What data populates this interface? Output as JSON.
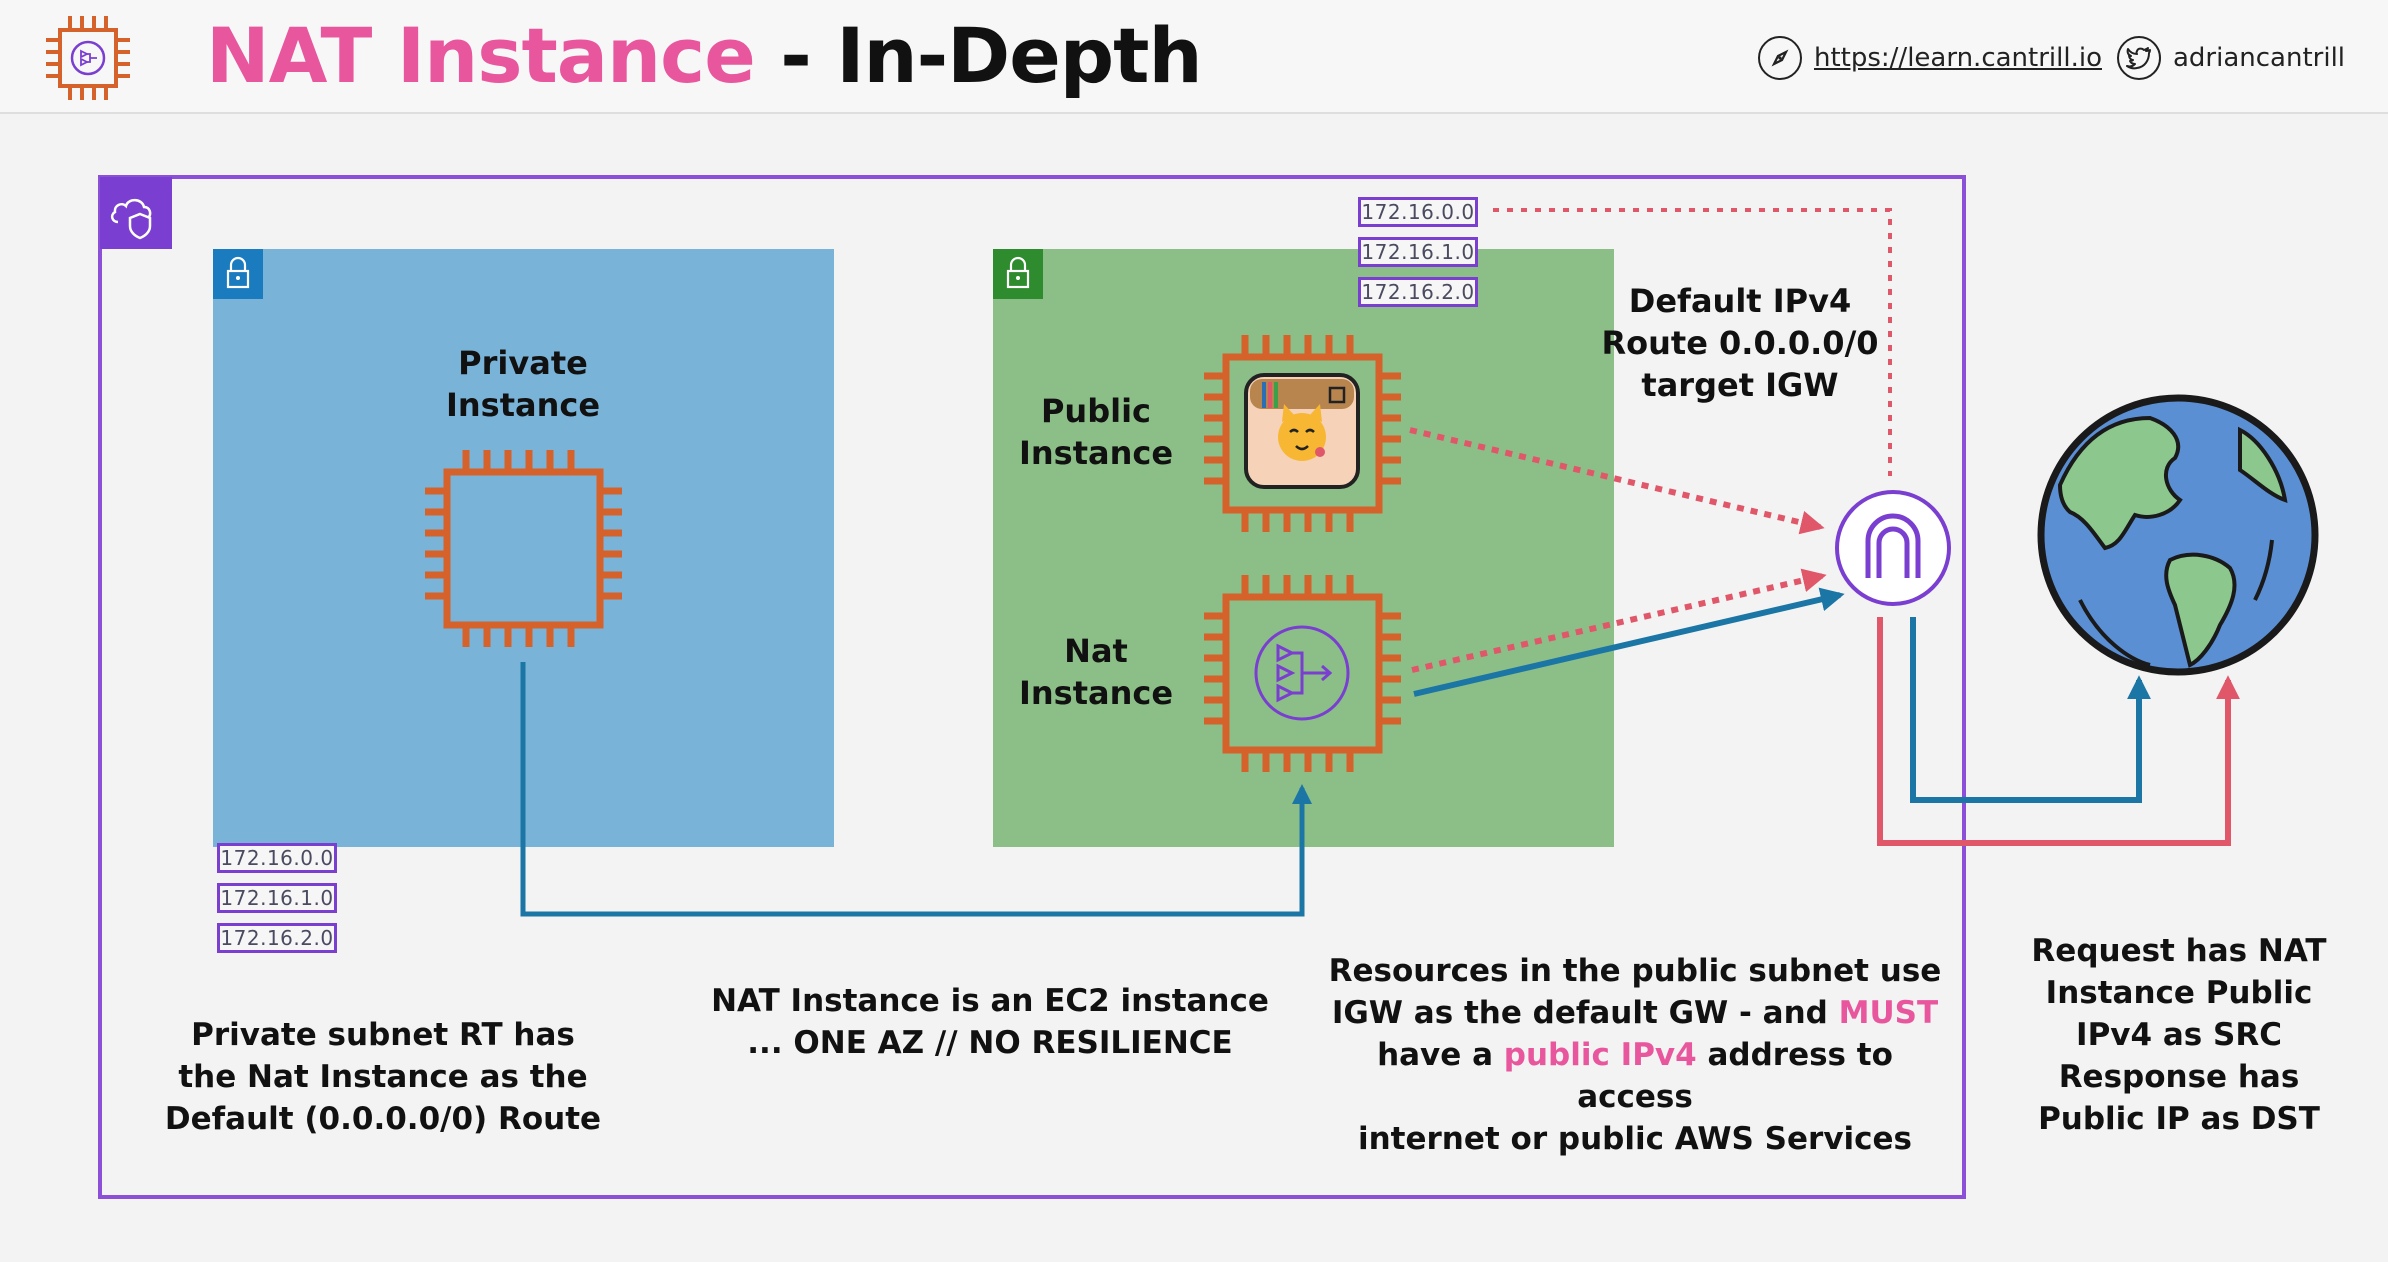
{
  "header": {
    "title_part1": "NAT Instance",
    "title_part2": " - In-Depth",
    "url": "https://learn.cantrill.io",
    "twitter": "adriancantrill"
  },
  "private_subnet": {
    "instance_label_line1": "Private",
    "instance_label_line2": "Instance",
    "cidrs": [
      "172.16.0.0",
      "172.16.1.0",
      "172.16.2.0"
    ]
  },
  "public_subnet": {
    "public_instance_line1": "Public",
    "public_instance_line2": "Instance",
    "nat_instance_line1": "Nat",
    "nat_instance_line2": "Instance",
    "cidrs": [
      "172.16.0.0",
      "172.16.1.0",
      "172.16.2.0"
    ]
  },
  "route_note": {
    "line1": "Default IPv4",
    "line2": "Route 0.0.0.0/0",
    "line3": "target IGW"
  },
  "notes": {
    "private_rt": [
      "Private subnet RT has",
      "the Nat Instance as the",
      "Default (0.0.0.0/0) Route"
    ],
    "nat_ec2": [
      "NAT Instance is an EC2 instance",
      "... ONE AZ // NO RESILIENCE"
    ],
    "public_resources": {
      "line1": "Resources in the public subnet use",
      "line2_pre": "IGW as the default GW - and ",
      "line2_accent": "MUST",
      "line3_pre": "have a ",
      "line3_accent": "public IPv4",
      "line3_post": " address to access",
      "line4": "internet or public AWS Services"
    },
    "request": [
      "Request has NAT",
      "Instance Public",
      "IPv4 as SRC",
      "Response has",
      "Public IP as DST"
    ]
  },
  "colors": {
    "title_accent": "#e8579e",
    "vpc_border": "#8c4fd8",
    "private_subnet": "#7ab3d8",
    "public_subnet": "#8cbf87",
    "chip": "#d5622a",
    "arrow_blue": "#1b76a6",
    "arrow_red": "#e0576a",
    "igw": "#7a3fd0"
  },
  "icons": {
    "logo": "ec2-nat-chip-icon",
    "vpc": "vpc-cloud-shield-icon",
    "subnet_lock": "lock-icon",
    "igw": "internet-gateway-icon",
    "internet": "globe-icon",
    "url": "compass-icon",
    "twitter": "twitter-bird-icon",
    "public_app": "cat-app-icon",
    "nat": "nat-gateway-icon"
  }
}
